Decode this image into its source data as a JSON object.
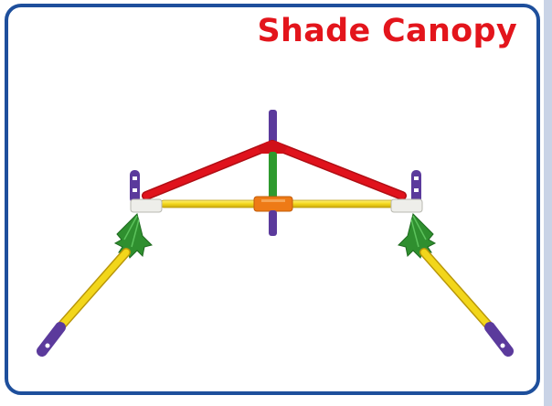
{
  "title": "Shade Canopy",
  "colors": {
    "frame": "#1e4f9c",
    "title": "#e3151c",
    "rod_red": "#e0121c",
    "rod_yellow": "#f2d61b",
    "rod_green": "#2e9a2e",
    "rod_purple": "#5b3a9c",
    "connector_orange": "#ee7a16",
    "connector_white": "#eeeeea",
    "connector_green": "#2f8f2f"
  },
  "parts": [
    "top-purple-rod",
    "red-hub-connector",
    "red-left-rod",
    "red-right-rod",
    "center-green-rod",
    "orange-center-connector",
    "bottom-purple-rod",
    "yellow-left-rod",
    "yellow-right-rod",
    "left-purple-post",
    "right-purple-post",
    "left-white-connector",
    "right-white-connector",
    "left-green-connector",
    "right-green-connector",
    "left-leg-yellow-rod",
    "right-leg-yellow-rod",
    "left-foot-purple-rod",
    "right-foot-purple-rod"
  ]
}
